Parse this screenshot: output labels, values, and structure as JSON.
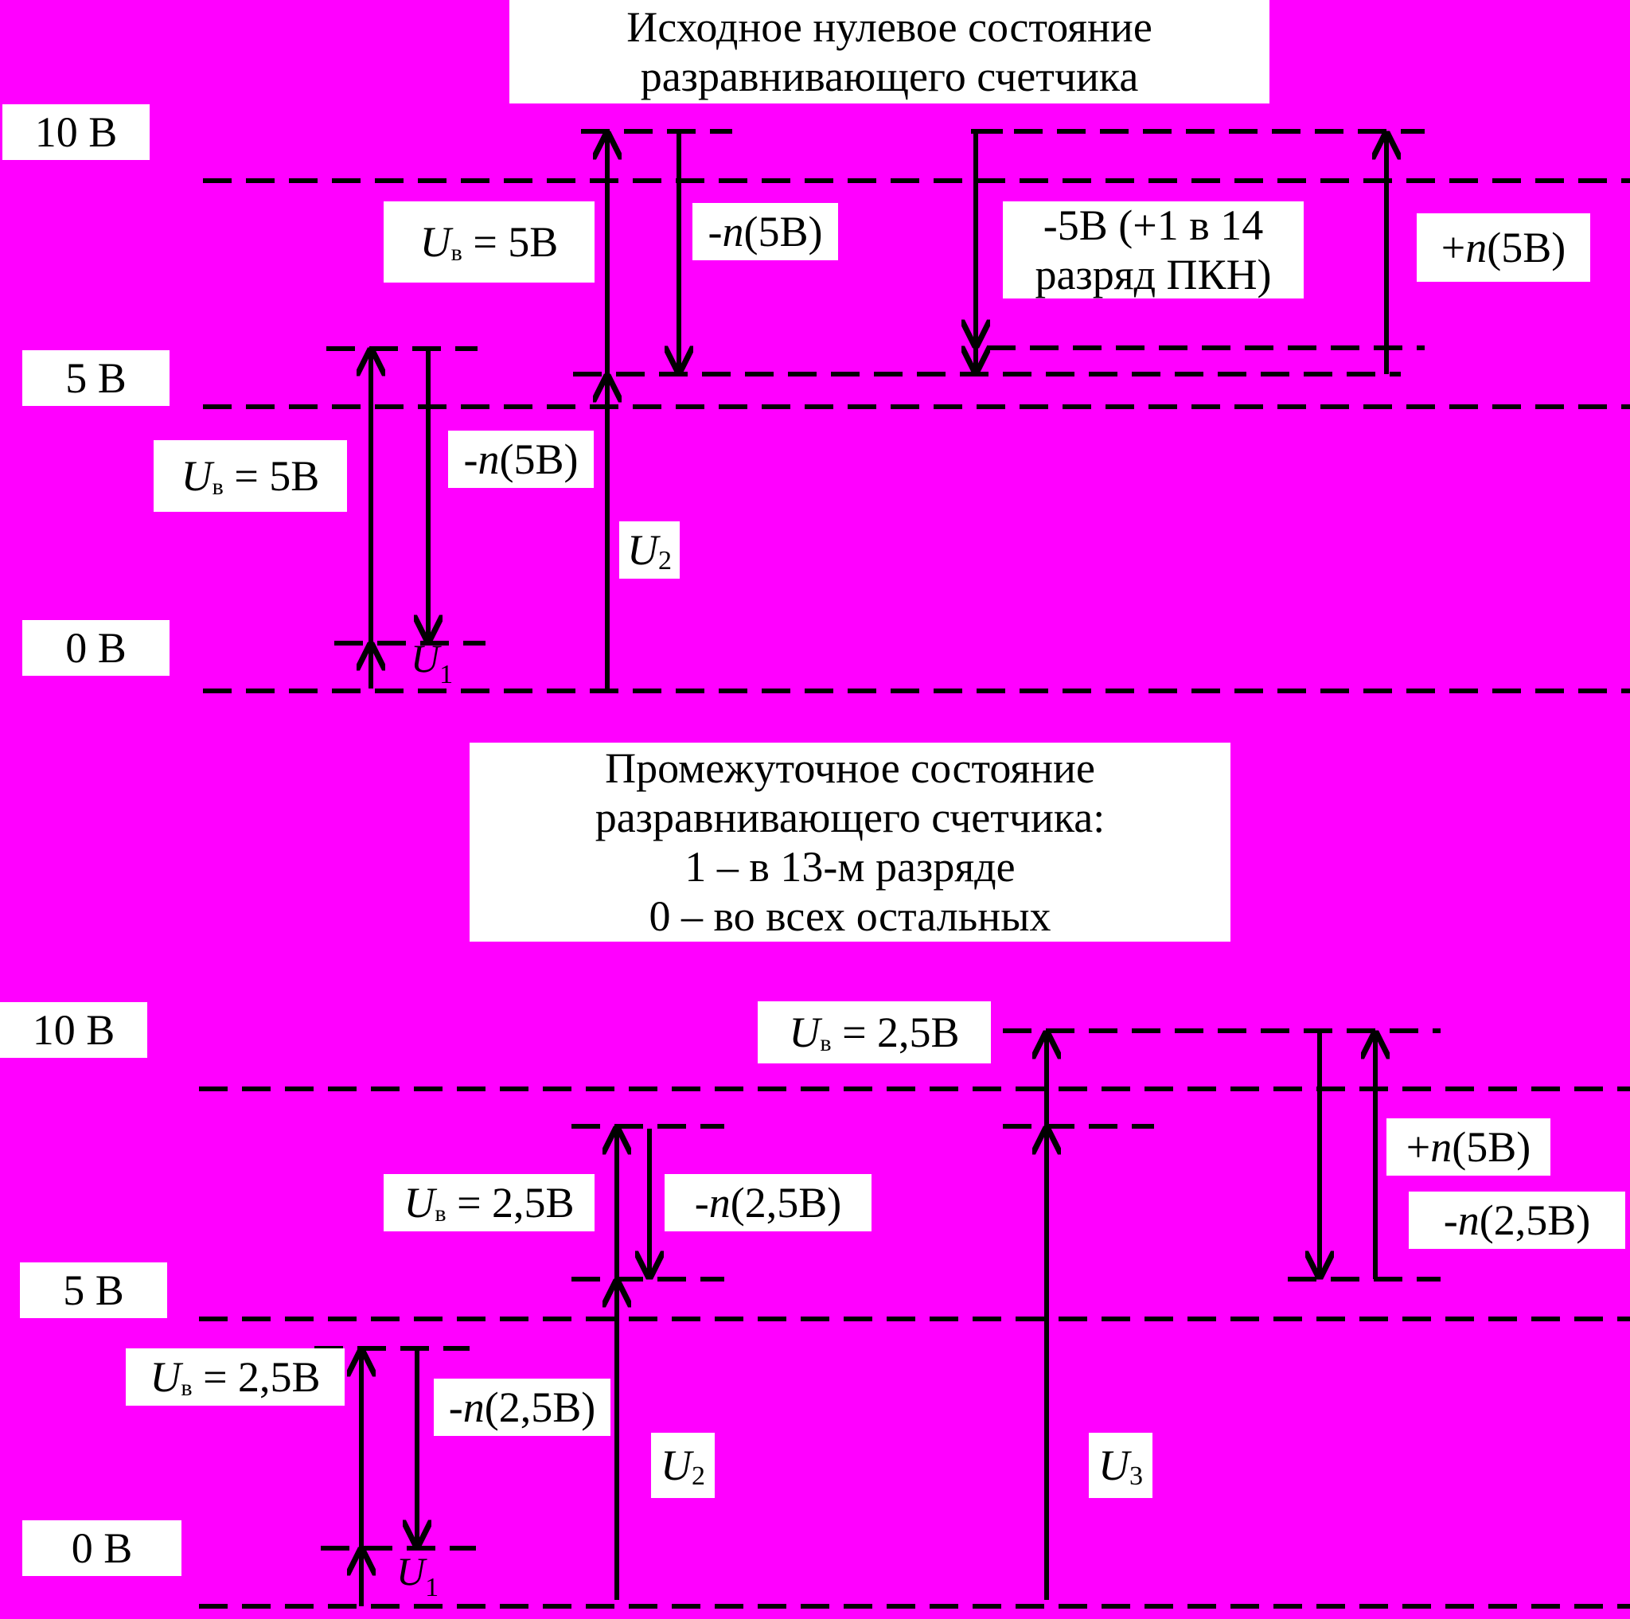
{
  "titles": {
    "top": [
      "Исходное нулевое состояние",
      "разравнивающего счетчика"
    ],
    "middle": [
      "Промежуточное состояние",
      "разравнивающего счетчика:",
      "1 – в 13-м разряде",
      "0 – во всех остальных"
    ]
  },
  "levels": {
    "top": {
      "v10": "10 В",
      "v5": "5 В",
      "v0": "0 В"
    },
    "bottom": {
      "v10": "10 В",
      "v5": "5 В",
      "v0": "0 В"
    }
  },
  "symbols": {
    "U": "U",
    "n": "n",
    "sub_v": "в",
    "sub_1": "1",
    "sub_2": "2",
    "sub_3": "3"
  },
  "labels": {
    "top": {
      "uv5_left": "= 5B",
      "uv5_upper": "= 5B",
      "minus_n_5_lower_pre": "-",
      "minus_n_5_lower_post": " (5B)",
      "minus_n_5_upper_pre": "-",
      "minus_n_5_upper_post": " (5B)",
      "minus5_line1": "-5B (+1 в 14",
      "minus5_line2": "разряд ПКН)",
      "plus_n_pre": "+",
      "plus_n_post": " (5B)"
    },
    "bottom": {
      "uv25_upper": "= 2,5B",
      "uv25_mid": "= 2,5B",
      "uv25_low": "= 2,5B",
      "minus_n_25_upper_pre": "-",
      "minus_n_25_upper_post": " (2,5B)",
      "minus_n_25_low_pre": "-",
      "minus_n_25_low_post": " (2,5B)",
      "plus_n_pre": "+",
      "plus_n_post": " (5B)",
      "minus_n_25_right_pre": "-",
      "minus_n_25_right_post": " (2,5B)"
    }
  },
  "colors": {
    "background": "#ff00ff",
    "box": "#ffffff",
    "line": "#000000"
  }
}
